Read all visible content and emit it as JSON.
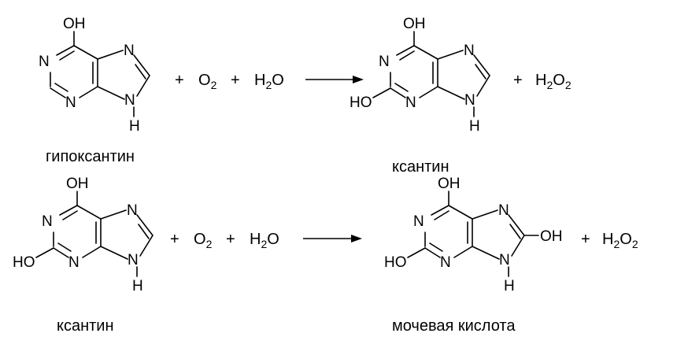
{
  "atoms": {
    "N": "N",
    "H": "H",
    "OH": "OH",
    "HO": "HO"
  },
  "reaction_1": {
    "reactant_name": "гипоксантин",
    "product_name": "ксантин",
    "reagent_plus": "+",
    "reagent_o": "O",
    "reagent_o_sub": "2",
    "reagent_h": "H",
    "reagent_h_sub": "2",
    "reagent_water_o": "O",
    "byproduct_h": "H",
    "byproduct_h_sub": "2",
    "byproduct_o": "O",
    "byproduct_o_sub": "2"
  },
  "reaction_2": {
    "reactant_name": "ксантин",
    "product_name": "мочевая кислота",
    "reagent_plus": "+",
    "reagent_o": "O",
    "reagent_o_sub": "2",
    "reagent_h": "H",
    "reagent_h_sub": "2",
    "reagent_water_o": "O",
    "byproduct_h": "H",
    "byproduct_h_sub": "2",
    "byproduct_o": "O",
    "byproduct_o_sub": "2"
  }
}
